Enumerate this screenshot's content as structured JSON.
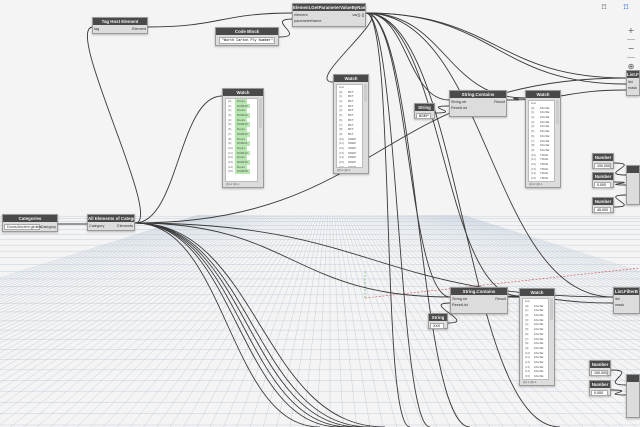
{
  "toolbar": {
    "graph_view_icon": "graph-view-icon",
    "geometry_view_icon": "geometry-view-icon",
    "graph_view_glyph": "⟟⟟",
    "geometry_view_glyph": "⟟⟟"
  },
  "nav": {
    "zoom_in": "+",
    "zoom_out": "−",
    "fit": "⊕"
  },
  "nodes": {
    "categories": {
      "title": "Categories",
      "dropdown": "Doors/Ancient girders",
      "out_port": "Category"
    },
    "all_elements": {
      "title": "All Elements of Category",
      "in_port": "Category",
      "out_port": "Elements"
    },
    "tag_host": {
      "title": "Tag Host Element",
      "in_port": "tag",
      "out_port": "Element"
    },
    "code_block": {
      "title": "Code Block",
      "code": "\"Worth Carton Ply Number\";"
    },
    "get_param": {
      "title": "Element.GetParameterValueByName",
      "in_port_1": "element",
      "in_port_2": "parameterName",
      "out_port": "var[]..[]"
    },
    "watch_1": {
      "title": "Watch",
      "rows": [
        {
          "idx": "[0]",
          "val": "Doors"
        },
        {
          "idx": "[1]",
          "val": "D00045"
        },
        {
          "idx": "[2]",
          "val": "Doors"
        },
        {
          "idx": "[3]",
          "val": "D00044"
        },
        {
          "idx": "[4]",
          "val": "Doors"
        },
        {
          "idx": "[5]",
          "val": "D00043"
        },
        {
          "idx": "[6]",
          "val": "Doors"
        },
        {
          "idx": "[7]",
          "val": "D00042"
        },
        {
          "idx": "[8]",
          "val": "Doors"
        },
        {
          "idx": "[9]",
          "val": "D00041"
        },
        {
          "idx": "[10]",
          "val": "Doors"
        },
        {
          "idx": "[11]",
          "val": "D00040"
        },
        {
          "idx": "[12]",
          "val": "Doors"
        },
        {
          "idx": "[13]",
          "val": "D00039"
        },
        {
          "idx": "[14]",
          "val": "Doors"
        },
        {
          "idx": "[15]",
          "val": "D00038"
        }
      ],
      "footer": "@L2 @L1"
    },
    "watch_2": {
      "title": "Watch",
      "header": "List",
      "rows": [
        {
          "idx": "[0]",
          "val": "BFT"
        },
        {
          "idx": "[1]",
          "val": "BFT"
        },
        {
          "idx": "[2]",
          "val": "BFT"
        },
        {
          "idx": "[3]",
          "val": "BFT"
        },
        {
          "idx": "[4]",
          "val": "BFT"
        },
        {
          "idx": "[5]",
          "val": "BFT"
        },
        {
          "idx": "[6]",
          "val": "BFT"
        },
        {
          "idx": "[7]",
          "val": "BFT"
        },
        {
          "idx": "[8]",
          "val": "BFT"
        },
        {
          "idx": "[9]",
          "val": "BFT"
        },
        {
          "idx": "[10]",
          "val": "SDEP"
        },
        {
          "idx": "[11]",
          "val": "SDEP"
        },
        {
          "idx": "[12]",
          "val": "SDEP"
        },
        {
          "idx": "[13]",
          "val": "SDEP"
        },
        {
          "idx": "[14]",
          "val": "SDEP"
        },
        {
          "idx": "[15]",
          "val": "SDEP"
        },
        {
          "idx": "[16]",
          "val": "SDEP"
        },
        {
          "idx": "[17]",
          "val": "SDEP"
        }
      ],
      "footer": "@L2 @L1"
    },
    "string_1": {
      "title": "String",
      "value": "BSEP"
    },
    "string_contains_1": {
      "title": "String.Contains",
      "in_port_1": "String.str",
      "in_port_2": "ResetList",
      "out_port": "Result"
    },
    "watch_3": {
      "title": "Watch",
      "header": "List",
      "rows": [
        {
          "idx": "[0]",
          "val": "FALSE"
        },
        {
          "idx": "[1]",
          "val": "FALSE"
        },
        {
          "idx": "[2]",
          "val": "FALSE"
        },
        {
          "idx": "[3]",
          "val": "FALSE"
        },
        {
          "idx": "[4]",
          "val": "FALSE"
        },
        {
          "idx": "[5]",
          "val": "FALSE"
        },
        {
          "idx": "[6]",
          "val": "FALSE"
        },
        {
          "idx": "[7]",
          "val": "FALSE"
        },
        {
          "idx": "[8]",
          "val": "FALSE"
        },
        {
          "idx": "[9]",
          "val": "FALSE"
        },
        {
          "idx": "[10]",
          "val": "TRUE"
        },
        {
          "idx": "[11]",
          "val": "TRUE"
        },
        {
          "idx": "[12]",
          "val": "TRUE"
        },
        {
          "idx": "[13]",
          "val": "TRUE"
        },
        {
          "idx": "[14]",
          "val": "TRUE"
        },
        {
          "idx": "[15]",
          "val": "TRUE"
        },
        {
          "idx": "[16]",
          "val": "TRUE"
        },
        {
          "idx": "[17]",
          "val": "TRUE"
        },
        {
          "idx": "[18]",
          "val": "TRUE"
        },
        {
          "idx": "[19]",
          "val": "TRUE"
        }
      ],
      "footer": "@L2 @L1"
    },
    "list_filter_1": {
      "title": "List.FilterB",
      "in_port_1": "list",
      "in_port_2": "mask"
    },
    "number_1": {
      "title": "Number",
      "value": "100.000"
    },
    "number_2": {
      "title": "Number",
      "value": "0.000"
    },
    "number_3": {
      "title": "Number",
      "value": "45.000"
    },
    "string_2": {
      "title": "String",
      "value": "XXX"
    },
    "string_contains_2": {
      "title": "String.Contains",
      "in_port_1": "String.str",
      "in_port_2": "ResetList",
      "out_port": "Result"
    },
    "watch_4": {
      "title": "Watch",
      "header": "List",
      "rows": [
        {
          "idx": "[0]",
          "val": "FALSE"
        },
        {
          "idx": "[1]",
          "val": "FALSE"
        },
        {
          "idx": "[2]",
          "val": "FALSE"
        },
        {
          "idx": "[3]",
          "val": "FALSE"
        },
        {
          "idx": "[4]",
          "val": "FALSE"
        },
        {
          "idx": "[5]",
          "val": "FALSE"
        },
        {
          "idx": "[6]",
          "val": "FALSE"
        },
        {
          "idx": "[7]",
          "val": "FALSE"
        },
        {
          "idx": "[8]",
          "val": "FALSE"
        },
        {
          "idx": "[9]",
          "val": "FALSE"
        },
        {
          "idx": "[10]",
          "val": "FALSE"
        },
        {
          "idx": "[11]",
          "val": "FALSE"
        },
        {
          "idx": "[12]",
          "val": "FALSE"
        },
        {
          "idx": "[13]",
          "val": "FALSE"
        },
        {
          "idx": "[14]",
          "val": "FALSE"
        },
        {
          "idx": "[15]",
          "val": "FALSE"
        },
        {
          "idx": "[16]",
          "val": "FALSE"
        },
        {
          "idx": "[17]",
          "val": "FALSE"
        },
        {
          "idx": "[18]",
          "val": "FALSE"
        },
        {
          "idx": "[19]",
          "val": "FALSE"
        }
      ],
      "footer": "@L2 @L1"
    },
    "list_filter_2": {
      "title": "List.FilterB",
      "in_port_1": "list",
      "in_port_2": "mask"
    },
    "number_4": {
      "title": "Number",
      "value": "100.000"
    },
    "number_5": {
      "title": "Number",
      "value": "0.000"
    }
  }
}
